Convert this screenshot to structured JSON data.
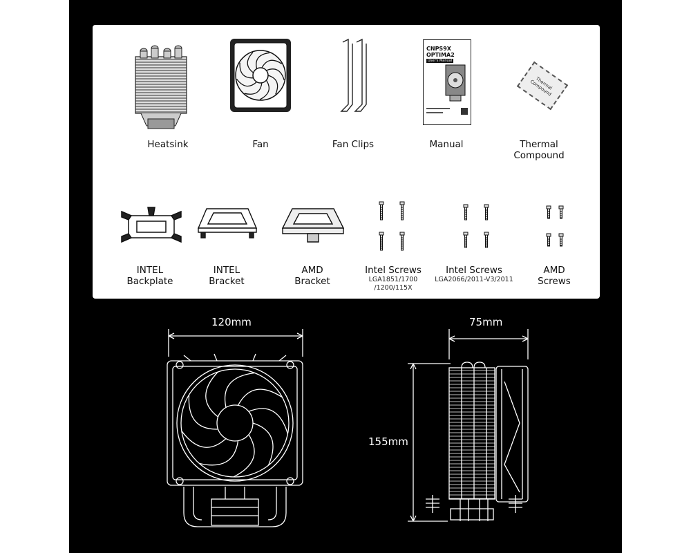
{
  "contents": {
    "top_row": [
      {
        "name": "heatsink",
        "label": "Heatsink",
        "icon": "heatsink-icon"
      },
      {
        "name": "fan",
        "label": "Fan",
        "icon": "fan-icon"
      },
      {
        "name": "fan-clips",
        "label": "Fan Clips",
        "icon": "fan-clips-icon"
      },
      {
        "name": "manual",
        "label": "Manual",
        "icon": "manual-icon"
      },
      {
        "name": "thermal-compound",
        "label": "Thermal\nCompound",
        "icon": "thermal-compound-icon"
      }
    ],
    "bottom_row": [
      {
        "name": "intel-backplate",
        "label": "INTEL\nBackplate",
        "icon": "backplate-icon"
      },
      {
        "name": "intel-bracket",
        "label": "INTEL\nBracket",
        "icon": "intel-bracket-icon"
      },
      {
        "name": "amd-bracket",
        "label": "AMD\nBracket",
        "icon": "amd-bracket-icon"
      },
      {
        "name": "intel-screws-1851",
        "label": "Intel Screws",
        "sub": "LGA1851/1700\n/1200/115X",
        "icon": "screws-icon"
      },
      {
        "name": "intel-screws-2066",
        "label": "Intel Screws",
        "sub": "LGA2066/2011-V3/2011",
        "icon": "screws-icon"
      },
      {
        "name": "amd-screws",
        "label": "AMD\nScrews",
        "icon": "screws-icon"
      }
    ],
    "manual_cover": {
      "model": "CNPS9X",
      "subtitle": "OPTIMA2",
      "badge": "User's Manual"
    },
    "compound_text": "Thermal Compound"
  },
  "dimensions": {
    "width": "120mm",
    "depth": "75mm",
    "height": "155mm"
  },
  "colors": {
    "background": "#000000",
    "panel": "#ffffff",
    "line": "#ffffff"
  }
}
